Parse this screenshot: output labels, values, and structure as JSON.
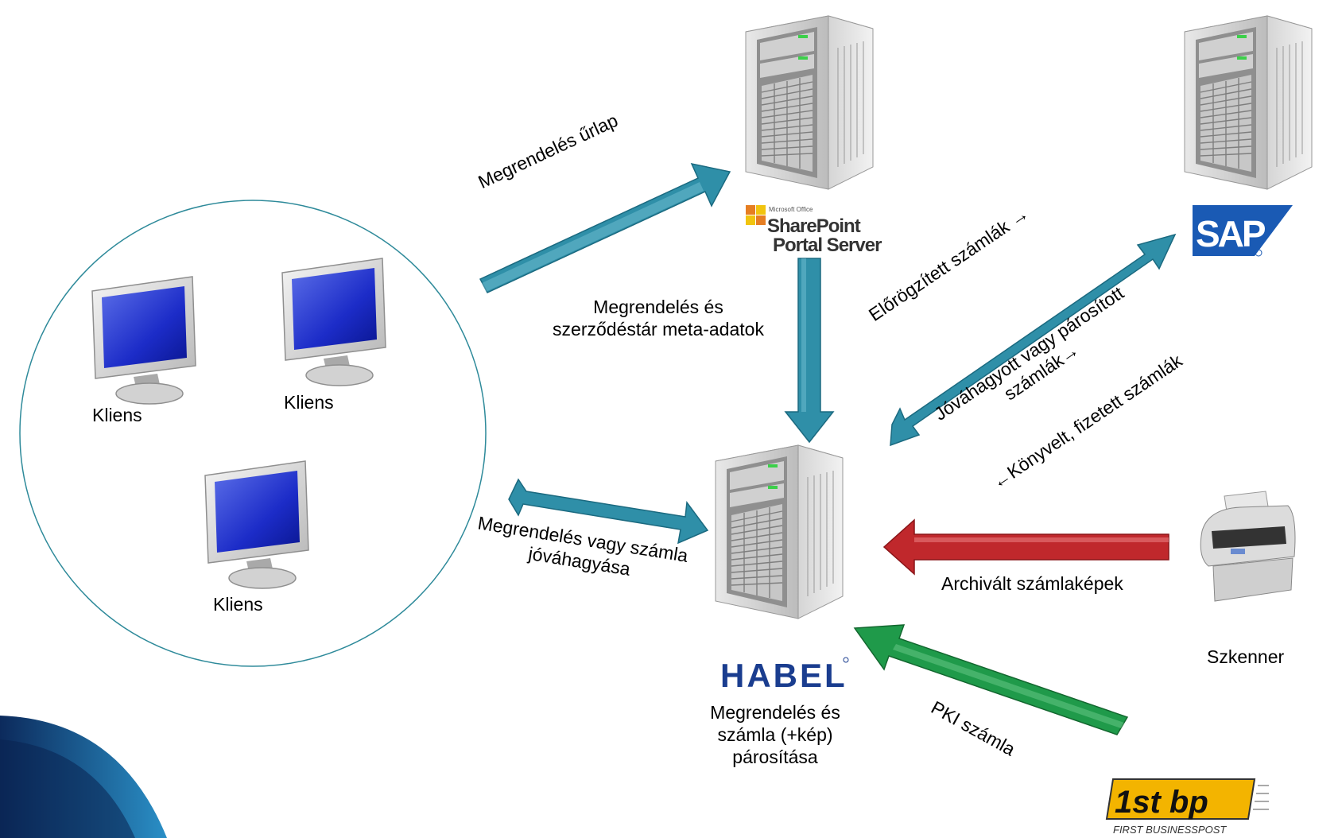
{
  "clients": {
    "label_1": "Kliens",
    "label_2": "Kliens",
    "label_3": "Kliens"
  },
  "sharepoint": {
    "brand_small": "Microsoft Office",
    "brand_line1": "SharePoint",
    "brand_line2": "Portal Server"
  },
  "sap": {
    "brand": "SAP"
  },
  "habel": {
    "brand": "HABEL",
    "caption_1": "Megrendelés és",
    "caption_2": "számla (+kép)",
    "caption_3": "párosítása"
  },
  "scanner": {
    "label": "Szkenner"
  },
  "firstbp": {
    "brand": "1st bp",
    "tagline": "FIRST BUSINESSPOST"
  },
  "flows": {
    "order_form": "Megrendelés űrlap",
    "meta_1": "Megrendelés és",
    "meta_2": "szerződéstár meta-adatok",
    "approval_1": "Megrendelés vagy számla",
    "approval_2": "jóváhagyása",
    "prerecorded": "Előrögzített számlák →",
    "approved_1": "Jóváhagyott vagy párosított",
    "approved_2": "számlák→",
    "booked": "←Könyvelt, fizetett számlák",
    "archived": "Archivált számlaképek",
    "pki": "PKI számla"
  },
  "colors": {
    "teal_arrow": "#2f8fa8",
    "red_arrow": "#c0282c",
    "green_arrow": "#1f9a4a",
    "circle": "#2e8a9a",
    "habel_blue": "#1a3d8f",
    "sap_blue": "#1a5ab4"
  }
}
